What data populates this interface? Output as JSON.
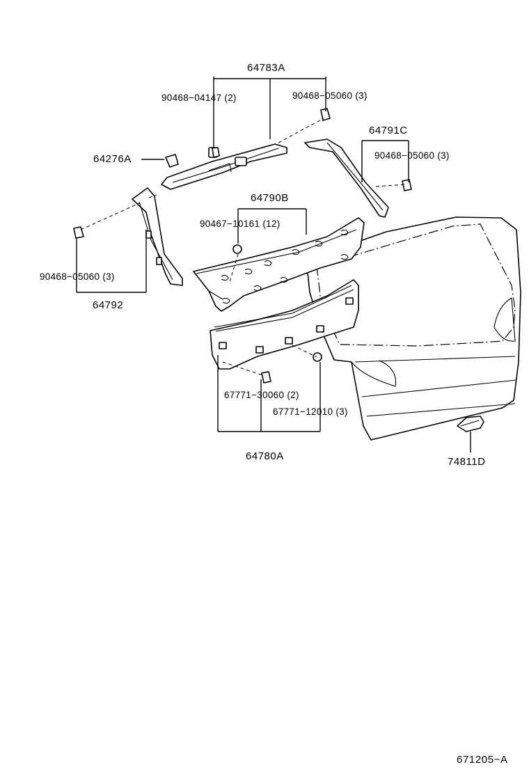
{
  "labels": {
    "p64783A": "64783A",
    "p90468_04147": "90468−04147 (2)",
    "p90468_05060_top": "90468−05060 (3)",
    "p64791C": "64791C",
    "p90468_05060_right": "90468−05060 (3)",
    "p64276A": "64276A",
    "p64790B": "64790B",
    "p90467_10161": "90467−10161 (12)",
    "p90468_05060_left": "90468−05060 (3)",
    "p64792": "64792",
    "p67771_30060": "67771−30060 (2)",
    "p67771_12010": "67771−12010 (3)",
    "p64780A": "64780A",
    "p74811D": "74811D"
  },
  "diagram_ref": "671205−A"
}
